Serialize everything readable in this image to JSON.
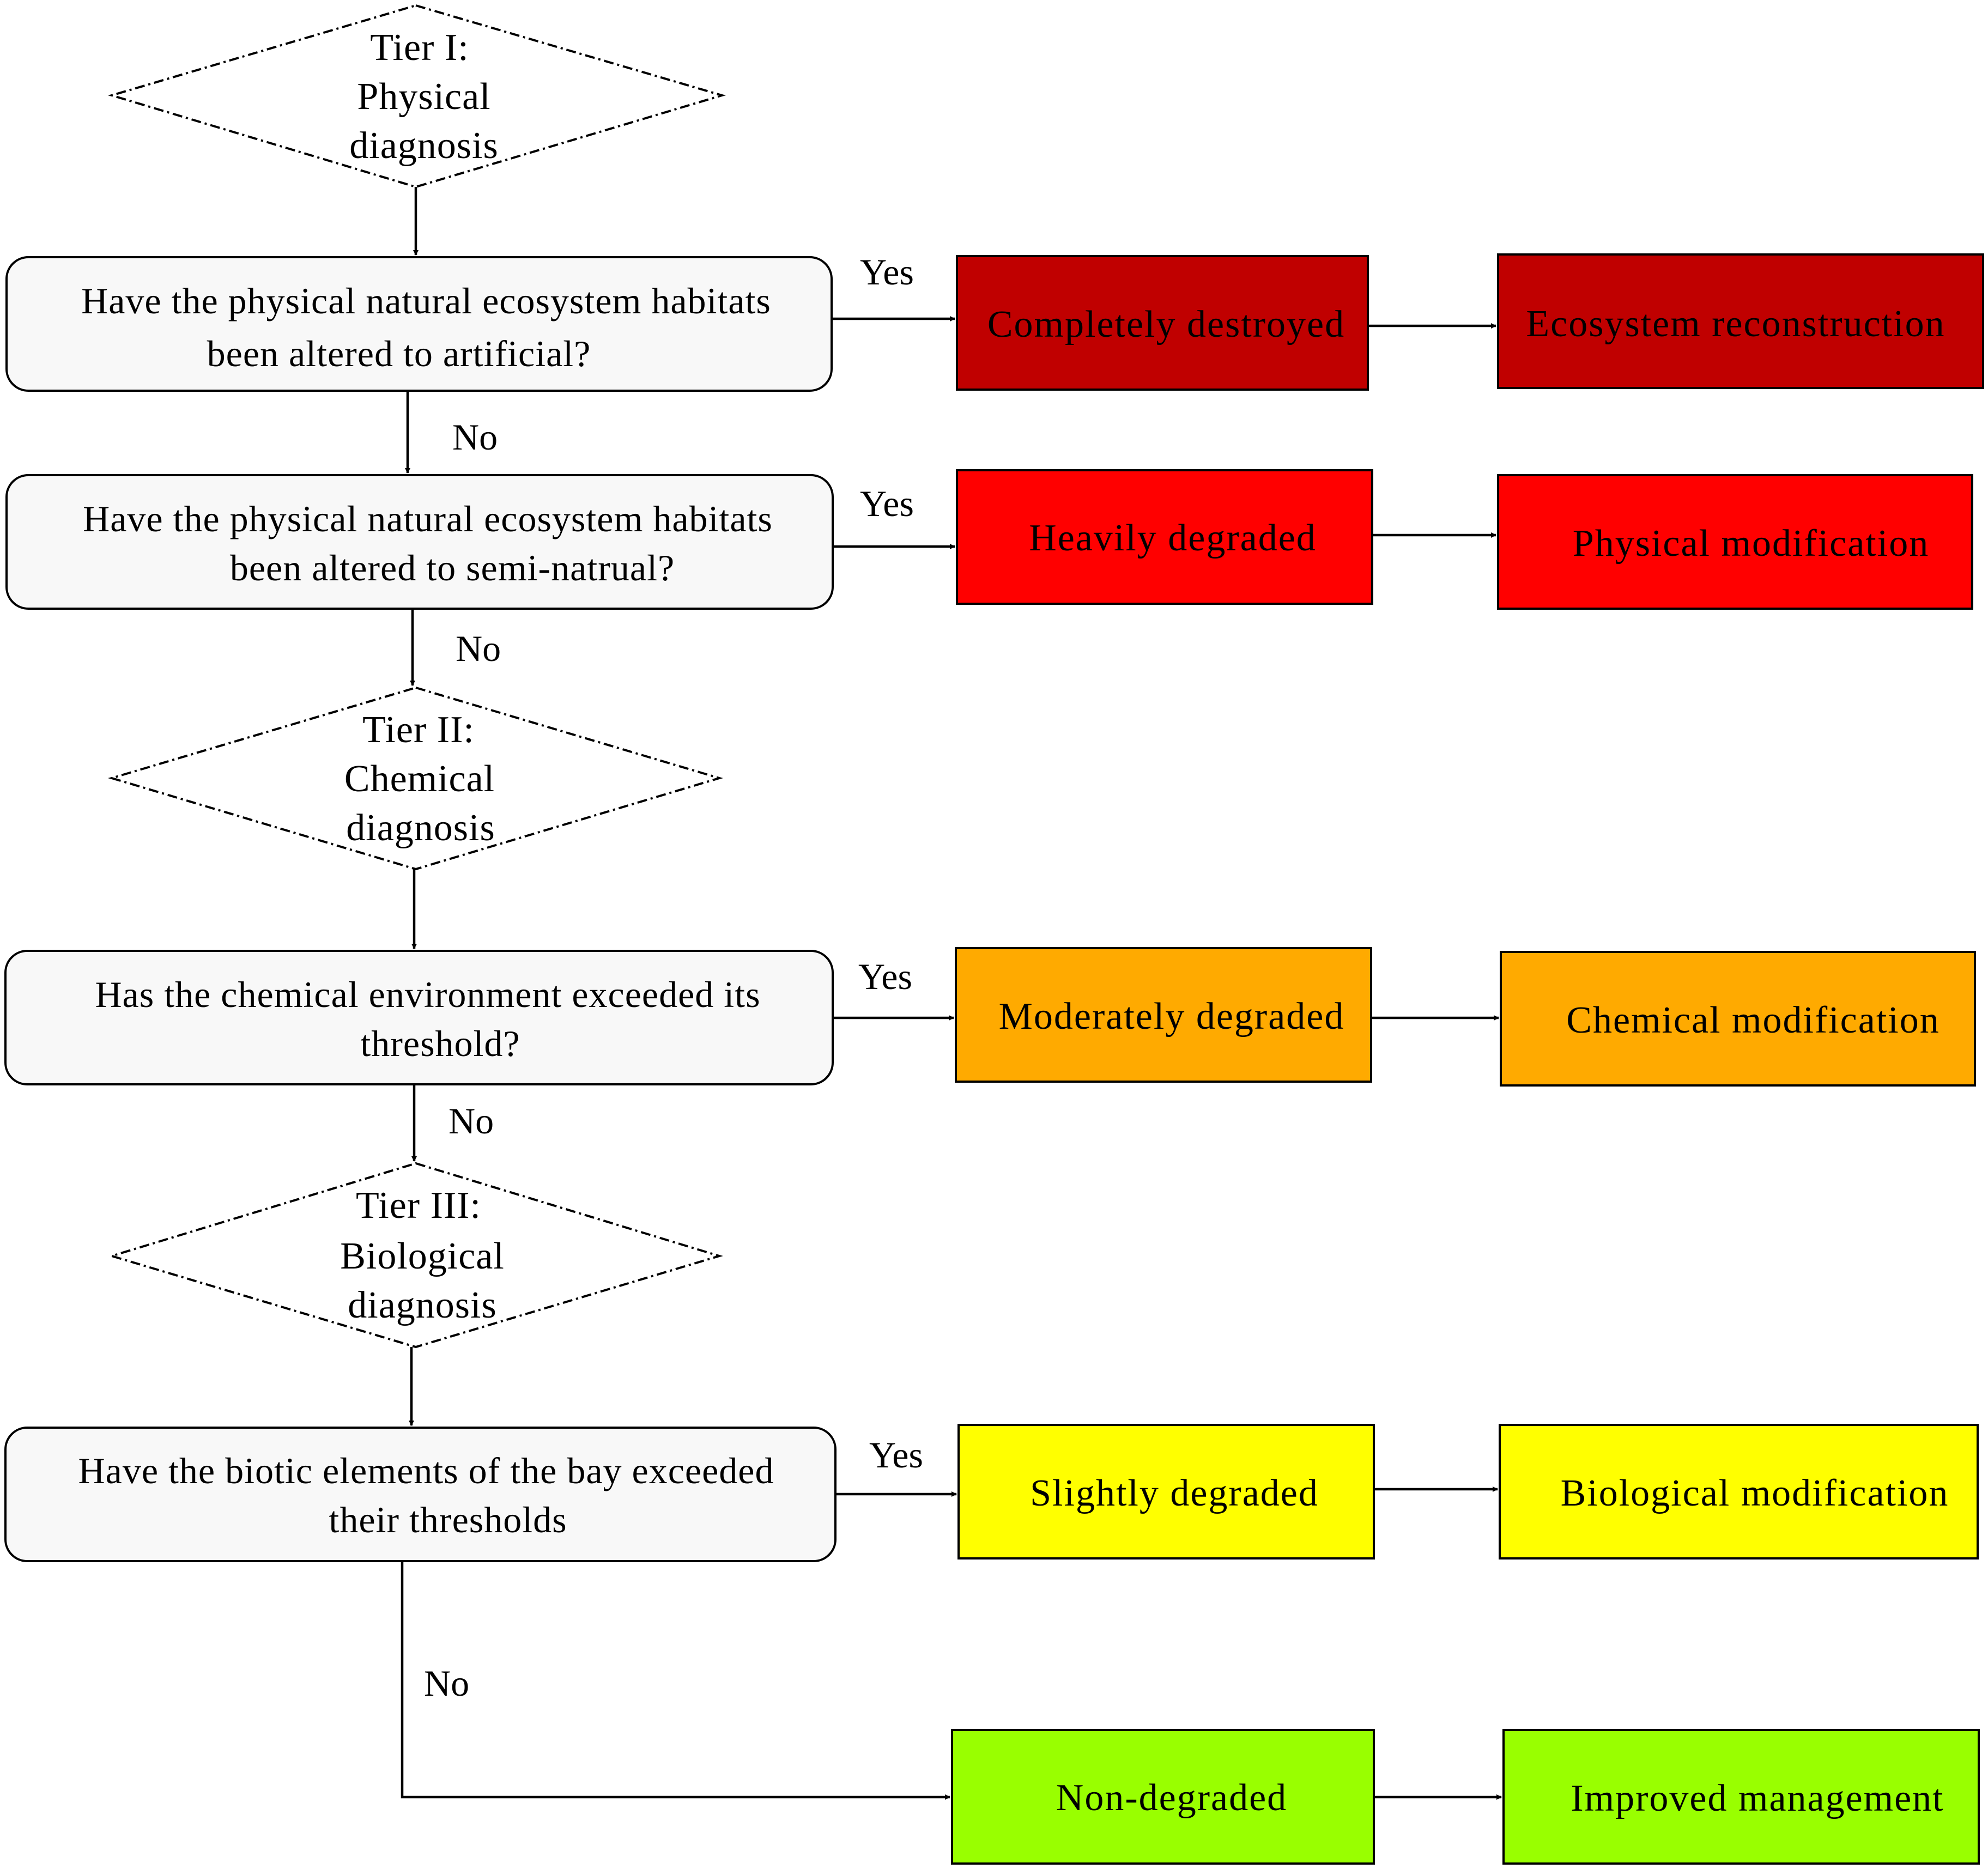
{
  "tiers": [
    {
      "line1": "Tier I:",
      "line2": "Physical",
      "line3": "diagnosis"
    },
    {
      "line1": "Tier II:",
      "line2": "Chemical",
      "line3": "diagnosis"
    },
    {
      "line1": "Tier III:",
      "line2": "Biological",
      "line3": "diagnosis"
    }
  ],
  "questions": [
    {
      "line1": "Have the physical natural ecosystem habitats",
      "line2": "been altered to artificial?"
    },
    {
      "line1": "Have the physical natural ecosystem habitats",
      "line2": "been altered to semi-natrual?"
    },
    {
      "line1": "Has the chemical environment exceeded its",
      "line2": "threshold?"
    },
    {
      "line1": "Have the biotic elements of the bay exceeded",
      "line2": "their thresholds"
    }
  ],
  "labels": {
    "yes": "Yes",
    "no": "No"
  },
  "outcomes": [
    {
      "status": "Completely destroyed",
      "action": "Ecosystem reconstruction",
      "color": "#C00000"
    },
    {
      "status": "Heavily degraded",
      "action": "Physical modification",
      "color": "#FF0000"
    },
    {
      "status": "Moderately degraded",
      "action": "Chemical modification",
      "color": "#FFAA00"
    },
    {
      "status": "Slightly degraded",
      "action": "Biological modification",
      "color": "#FFFF00"
    },
    {
      "status": "Non-degraded",
      "action": "Improved management",
      "color": "#99FF00"
    }
  ],
  "colors": {
    "question_fill": "#F8F8F8",
    "stroke": "#000000"
  }
}
